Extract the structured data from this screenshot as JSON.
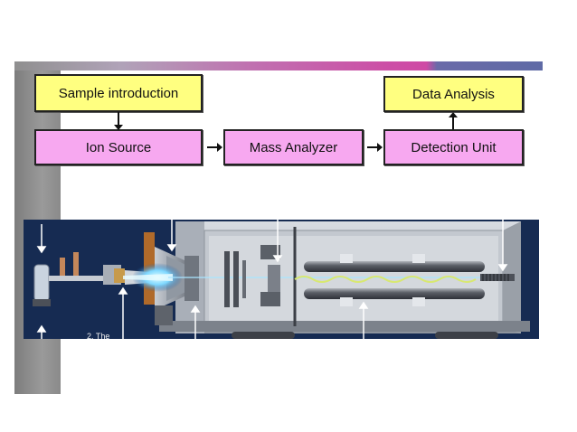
{
  "flow": {
    "sample_introduction": "Sample introduction",
    "ion_source": "Ion Source",
    "mass_analyzer": "Mass Analyzer",
    "detection_unit": "Detection Unit",
    "data_analysis": "Data Analysis"
  },
  "instrument": {
    "caption_fragment": "2. The"
  },
  "colors": {
    "yellow_box": "#ffff80",
    "pink_box": "#f7a8f0",
    "instrument_background": "#152a4f",
    "accent_magenta": "#cc4fa6",
    "accent_blue": "#5f6aa6"
  }
}
